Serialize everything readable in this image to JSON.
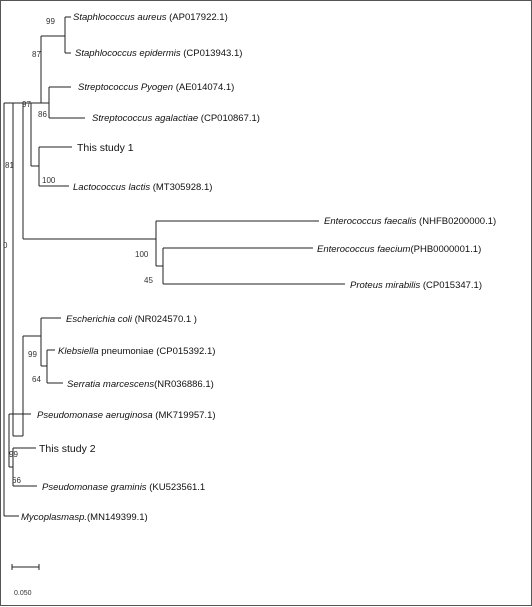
{
  "tree": {
    "taxa": [
      {
        "id": "t1",
        "species": "Staphlococcus  aureus",
        "accession": " (AP017922.1)"
      },
      {
        "id": "t2",
        "species": "Staphlococcus  epidermis",
        "accession": "  (CP013943.1)"
      },
      {
        "id": "t3",
        "species": "Streptococcus Pyogen",
        "accession": "  (AE014074.1)"
      },
      {
        "id": "t4",
        "species": "Streptococcus agalactiae",
        "accession": "  (CP010867.1)"
      },
      {
        "id": "t5",
        "species": "This study 1",
        "accession": ""
      },
      {
        "id": "t6",
        "species": "Lactococcus  lactis",
        "accession": " (MT305928.1)"
      },
      {
        "id": "t7",
        "species": "Enterococcus faecalis",
        "accession": "  (NHFB0200000.1)"
      },
      {
        "id": "t8",
        "species": "Enterococcus faecium",
        "accession": "(PHB0000001.1)"
      },
      {
        "id": "t9",
        "species": "Proteus mirabilis",
        "accession": "  (CP015347.1)"
      },
      {
        "id": "t10",
        "species": "Escherichia  coli",
        "accession": "  (NR024570.1 )"
      },
      {
        "id": "t11",
        "species": "Klebsiella",
        "accession": " pneumoniae    (CP015392.1)"
      },
      {
        "id": "t12",
        "species": "Serratia marcescens",
        "accession": "(NR036886.1)"
      },
      {
        "id": "t13",
        "species": "Pseudomonase  aeruginosa",
        "accession": "  (MK719957.1)"
      },
      {
        "id": "t14",
        "species": "This study 2",
        "accession": ""
      },
      {
        "id": "t15",
        "species": "Pseudomonase  graminis",
        "accession": "  (KU523561.1"
      },
      {
        "id": "t16",
        "species": "Mycoplasmasp.",
        "accession": "(MN149399.1)"
      }
    ],
    "support_values": [
      {
        "id": "n_staph",
        "value": "99"
      },
      {
        "id": "n_staph_strep",
        "value": "87"
      },
      {
        "id": "n_strep",
        "value": "86"
      },
      {
        "id": "n_gram_pos",
        "value": "97"
      },
      {
        "id": "n_lacto",
        "value": "100"
      },
      {
        "id": "n_upper",
        "value": "81"
      },
      {
        "id": "n_entero",
        "value": "100"
      },
      {
        "id": "n_faecium_proteus",
        "value": "45"
      },
      {
        "id": "n_kleb_serr",
        "value": "99"
      },
      {
        "id": "n_serr",
        "value": "64"
      },
      {
        "id": "n_pseudo_outer",
        "value": "99"
      },
      {
        "id": "n_pseudo_inner",
        "value": "66"
      },
      {
        "id": "n_root",
        "value": "0"
      }
    ],
    "scale_bar": {
      "label": "0.050"
    }
  }
}
